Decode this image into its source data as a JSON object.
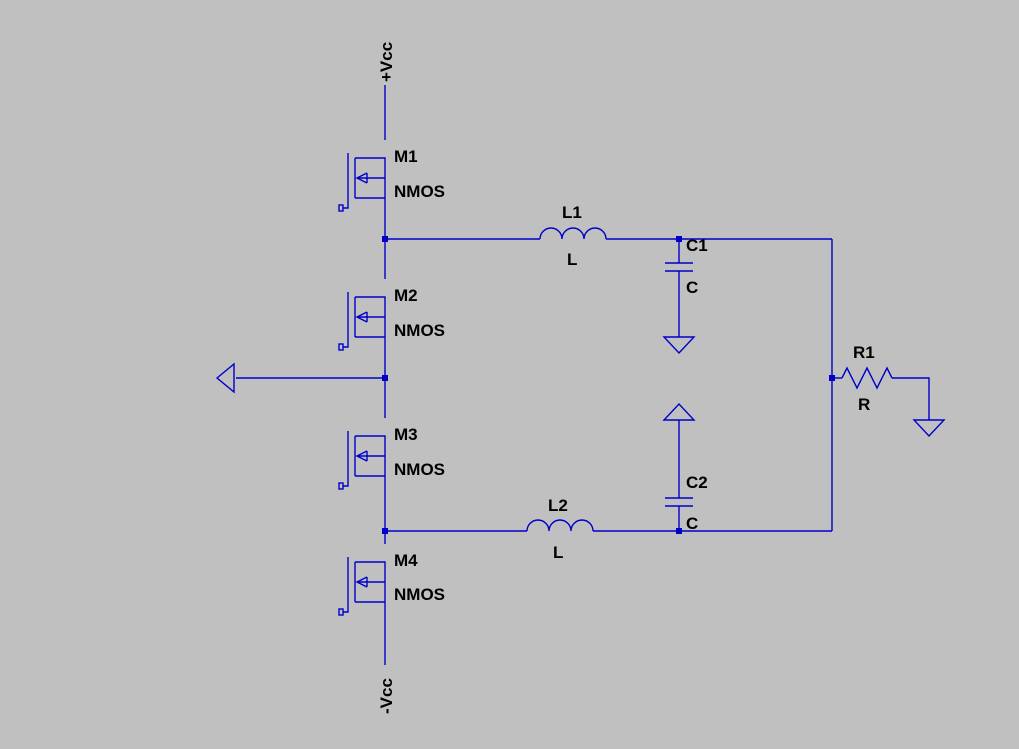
{
  "colors": {
    "background": "#c0c0c0",
    "wire": "#0000c8",
    "text": "#000000"
  },
  "rails": {
    "positive": "+Vcc",
    "negative": "-Vcc"
  },
  "transistors": [
    {
      "name": "M1",
      "value": "NMOS"
    },
    {
      "name": "M2",
      "value": "NMOS"
    },
    {
      "name": "M3",
      "value": "NMOS"
    },
    {
      "name": "M4",
      "value": "NMOS"
    }
  ],
  "inductors": [
    {
      "name": "L1",
      "value": "L"
    },
    {
      "name": "L2",
      "value": "L"
    }
  ],
  "capacitors": [
    {
      "name": "C1",
      "value": "C"
    },
    {
      "name": "C2",
      "value": "C"
    }
  ],
  "resistor": {
    "name": "R1",
    "value": "R"
  },
  "icons": {
    "ground": "ground-icon",
    "port": "port-icon"
  }
}
